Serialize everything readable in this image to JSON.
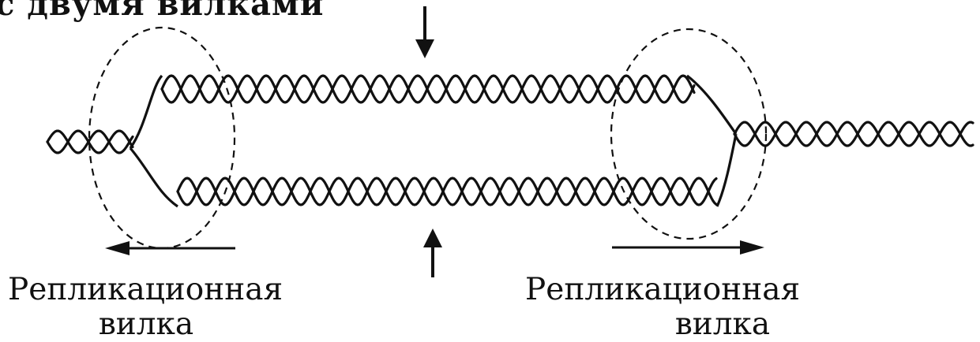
{
  "caption": "с двумя вилками",
  "left_fork": {
    "line1": "Репликационная",
    "line2": "вилка"
  },
  "right_fork": {
    "line1": "Репликационная",
    "line2": "вилка"
  },
  "colors": {
    "ink": "#111111",
    "background": "#ffffff"
  }
}
